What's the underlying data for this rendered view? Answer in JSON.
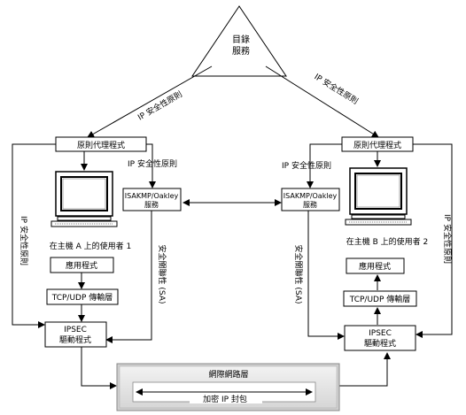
{
  "directory": {
    "line1": "目錄",
    "line2": "服務"
  },
  "policy_agent_a": "原則代理程式",
  "policy_agent_b": "原則代理程式",
  "ip_policy_label": "IP 安全性原則",
  "ip_policy_side_label": "IP 安全性原則",
  "ike_a": {
    "line1": "ISAKMP/Oakley",
    "line2": "服務"
  },
  "ike_b": {
    "line1": "ISAKMP/Oakley",
    "line2": "服務"
  },
  "sa_label": "安全關聯性 (SA)",
  "host_a_user": "在主機 A 上的使用者 1",
  "host_b_user": "在主機 B 上的使用者 2",
  "app_label": "應用程式",
  "tcpudp_label": "TCP/UDP 傳輸層",
  "ipsec_driver": {
    "line1": "IPSEC",
    "line2": "驅動程式"
  },
  "internet_layer": "網際網路層",
  "encrypted_packet": "加密 IP 封包"
}
